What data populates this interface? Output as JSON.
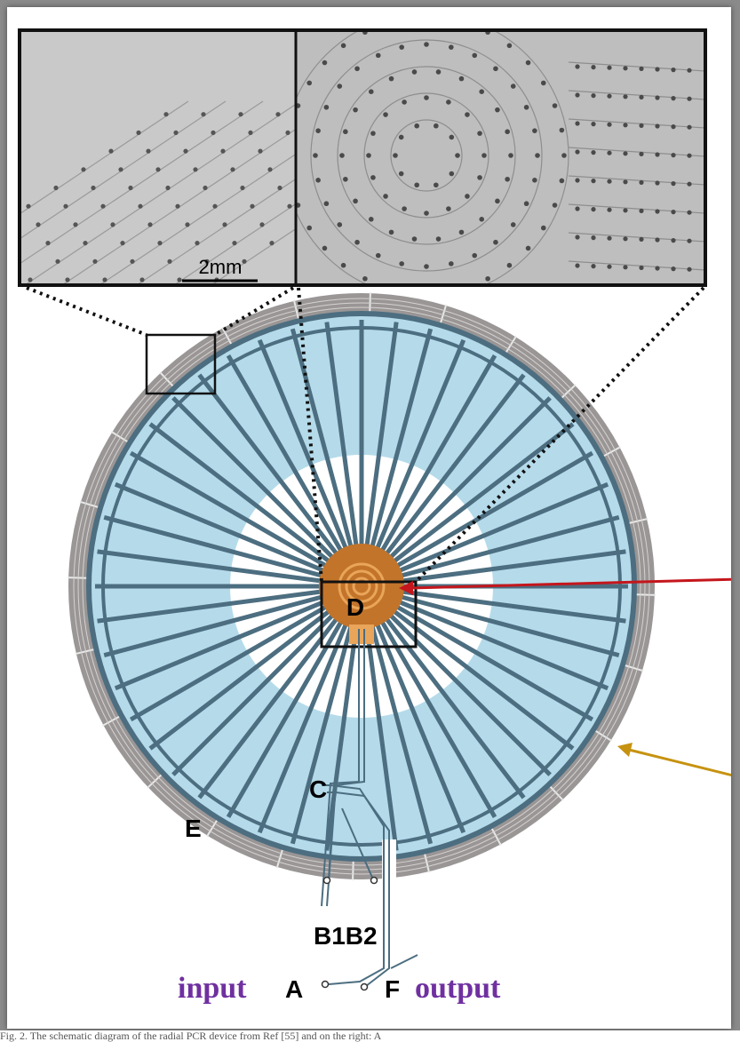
{
  "scale_bar": {
    "label": "2mm"
  },
  "labels": {
    "d": "D",
    "c": "C",
    "e": "E",
    "b1b2": "B1B2",
    "a": "A",
    "f": "F"
  },
  "annotations": {
    "input": "input",
    "output": "output"
  },
  "caption": "Fig. 2. The schematic diagram of the radial PCR device from Ref [55] and on the right: A",
  "colors": {
    "inner_fill": "#b5dbea",
    "channel": "#4c6e80",
    "outer_ring": "#9a9696",
    "center": "#c2742a",
    "serpentine": "#e9a55a",
    "arrow_red": "#c4161c",
    "arrow_gold": "#c69210",
    "annot_purple": "#7030a0"
  }
}
